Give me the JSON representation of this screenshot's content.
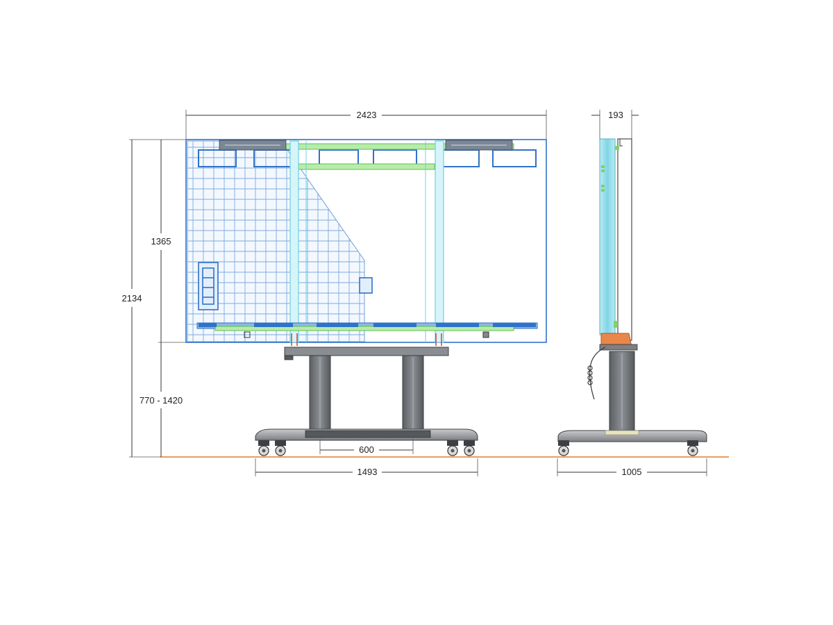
{
  "dimensions": {
    "overall_width": "2423",
    "screen_height": "1365",
    "total_height": "2134",
    "height_range": "770 - 1420",
    "column_spacing": "600",
    "base_width": "1493",
    "side_depth": "193",
    "side_base_depth": "1005"
  },
  "colors": {
    "panel_outline": "#2f72c9",
    "grid": "#7fa8d8",
    "rail_green": "#7fd36a",
    "bracket_cyan": "#69d3e3",
    "column_gray": "#6b6e72",
    "base_gray": "#9a9ca0",
    "floor_orange": "#e07b2c",
    "lift_orange": "#e9874a"
  }
}
